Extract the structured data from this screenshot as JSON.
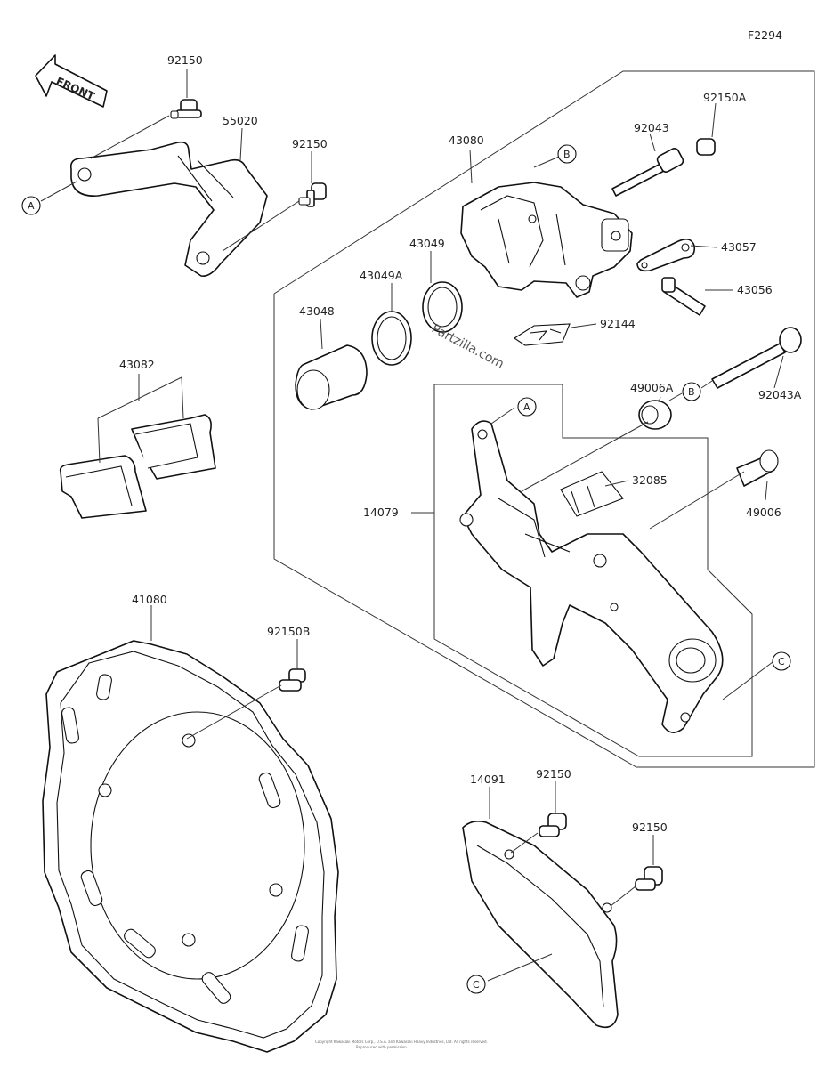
{
  "diagram_id": "F2294",
  "front_label": "FRONT",
  "watermark": "Partzilla.com",
  "footer_line1": "Copyright Kawasaki Motors Corp., U.S.A. and Kawasaki Heavy Industries, Ltd. All rights reserved.",
  "footer_line2": "Reproduced with permission",
  "callouts": {
    "c1": "92150",
    "c2": "55020",
    "c3": "92150",
    "c4": "43080",
    "c5": "92150A",
    "c6": "92043",
    "c7": "43057",
    "c8": "43049A",
    "c9": "43049",
    "c10": "43056",
    "c11": "43048",
    "c12": "92144",
    "c13": "43082",
    "c14": "49006A",
    "c15": "92043A",
    "c16": "32085",
    "c17": "14079",
    "c18": "49006",
    "c19": "41080",
    "c20": "92150B",
    "c21": "14091",
    "c22": "92150",
    "c23": "92150"
  },
  "ref_markers": {
    "a1": "A",
    "a2": "A",
    "b1": "B",
    "b2": "B",
    "cc1": "C",
    "cc2": "C"
  }
}
